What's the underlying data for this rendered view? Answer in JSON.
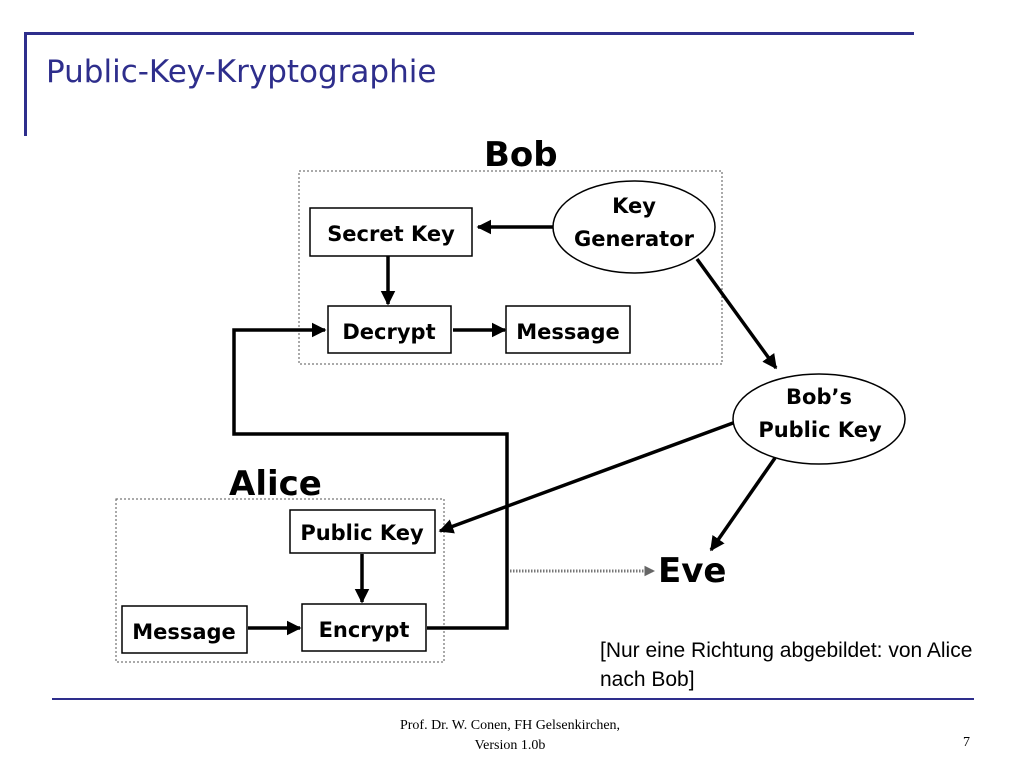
{
  "slide": {
    "title": "Public-Key-Kryptographie",
    "note": "[Nur eine Richtung abgebildet: von Alice nach Bob]",
    "footer": {
      "author_line1": "Prof. Dr. W. Conen, FH Gelsenkirchen,",
      "author_line2": "Version 1.0b",
      "page_number": "7"
    }
  },
  "diagram": {
    "groups": {
      "bob": "Bob",
      "alice": "Alice"
    },
    "nodes": {
      "bob_secret_key": "Secret Key",
      "key_generator_line1": "Key",
      "key_generator_line2": "Generator",
      "bob_decrypt": "Decrypt",
      "bob_message": "Message",
      "bobs_public_key_line1": "Bob’s",
      "bobs_public_key_line2": "Public Key",
      "alice_public_key": "Public Key",
      "alice_message": "Message",
      "alice_encrypt": "Encrypt",
      "eve": "Eve"
    },
    "edges": [
      {
        "from": "Key Generator",
        "to": "Secret Key"
      },
      {
        "from": "Secret Key",
        "to": "Decrypt"
      },
      {
        "from": "Decrypt",
        "to": "Message"
      },
      {
        "from": "Key Generator",
        "to": "Bob’s Public Key"
      },
      {
        "from": "Bob’s Public Key",
        "to": "Public Key"
      },
      {
        "from": "Bob’s Public Key",
        "to": "Eve"
      },
      {
        "from": "Public Key",
        "to": "Encrypt"
      },
      {
        "from": "Message",
        "to": "Encrypt"
      },
      {
        "from": "Encrypt",
        "to": "Decrypt"
      },
      {
        "from": "Alice",
        "to": "Eve",
        "style": "dotted"
      }
    ]
  }
}
